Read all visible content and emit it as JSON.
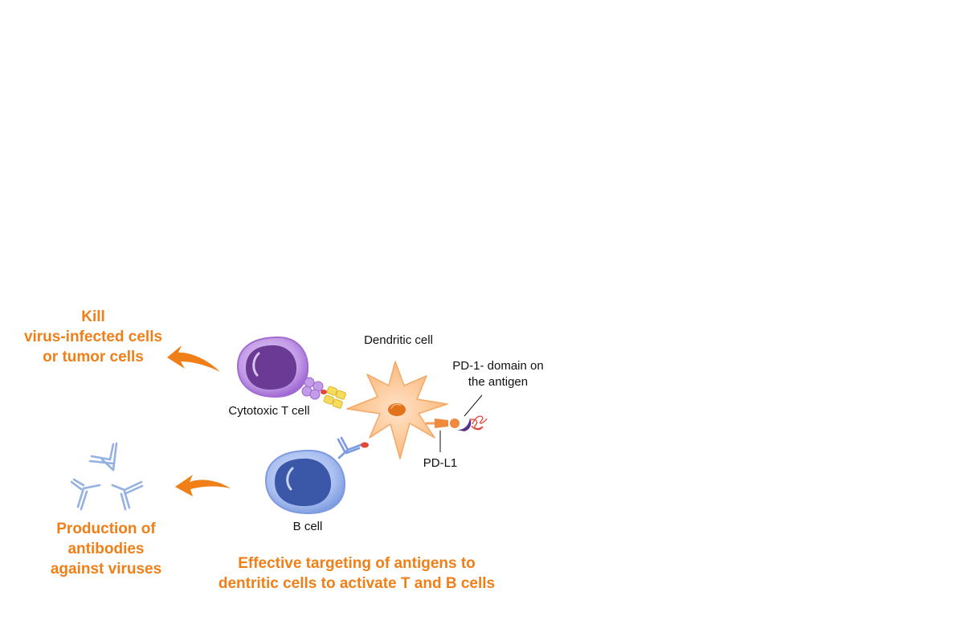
{
  "colors": {
    "accent_orange": "#f07f18",
    "t_cell_outer": "#a873d6",
    "t_cell_nucleus": "#6a3a95",
    "b_cell_outer": "#8aa6e4",
    "b_cell_nucleus": "#3b58a8",
    "dendritic_cell": "#fbc28f",
    "dendritic_nucleus": "#e2731a",
    "antibody": "#93b1e3",
    "receptor_yellow": "#f7dc5b",
    "pd1_purple": "#5a2f86",
    "antigen_red": "#e0483a"
  },
  "labels": {
    "kill": [
      "Kill",
      "virus-infected cells",
      "or tumor cells"
    ],
    "production": [
      "Production of",
      "antibodies",
      "against viruses"
    ],
    "cytotoxic_t_cell": "Cytotoxic T cell",
    "dendritic_cell": "Dendritic cell",
    "pd1_domain": [
      "PD-1- domain on",
      "the antigen"
    ],
    "pd_l1": "PD-L1",
    "b_cell": "B cell",
    "effective_targeting": [
      "Effective targeting of antigens to",
      "dentritic cells to activate T and B cells"
    ]
  }
}
